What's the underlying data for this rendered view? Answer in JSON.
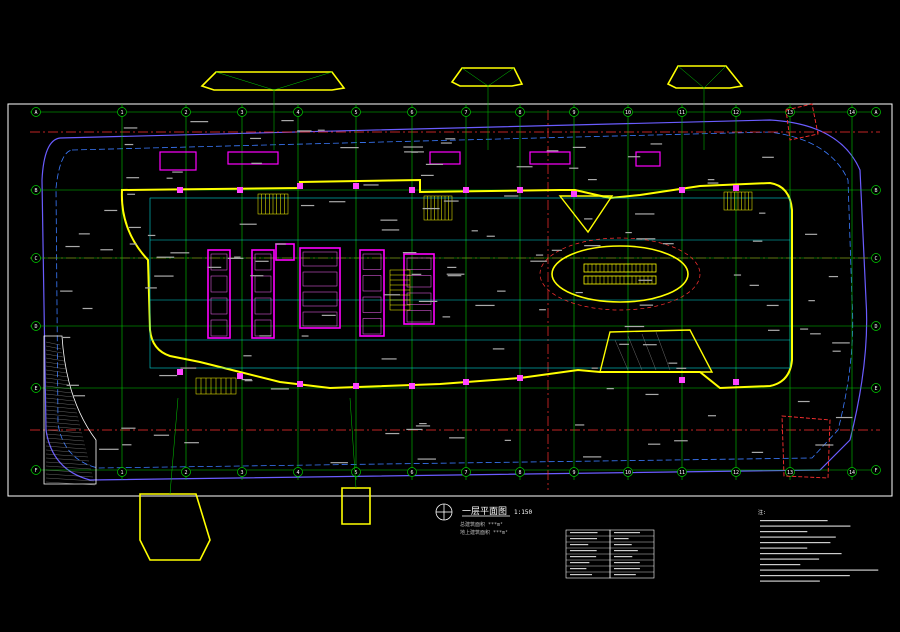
{
  "drawing": {
    "title": "一层平面图",
    "scale": "1:150",
    "notes_heading": "注:",
    "bottom_lines": [
      "总建筑面积 ***m²",
      "地上建筑面积 ***m²"
    ]
  },
  "grid": {
    "columns": [
      "1",
      "2",
      "3",
      "4",
      "5",
      "6",
      "7",
      "8",
      "9",
      "10",
      "11",
      "12",
      "13",
      "14"
    ],
    "rows": [
      "A",
      "B",
      "C",
      "D",
      "E",
      "F"
    ]
  },
  "colors": {
    "background": "#000000",
    "outline": "#ffff00",
    "grid": "#00cc00",
    "walls": "#ff00ff",
    "axis": "#ff3030",
    "text": "#ffffff",
    "accent": "#00ffff"
  }
}
